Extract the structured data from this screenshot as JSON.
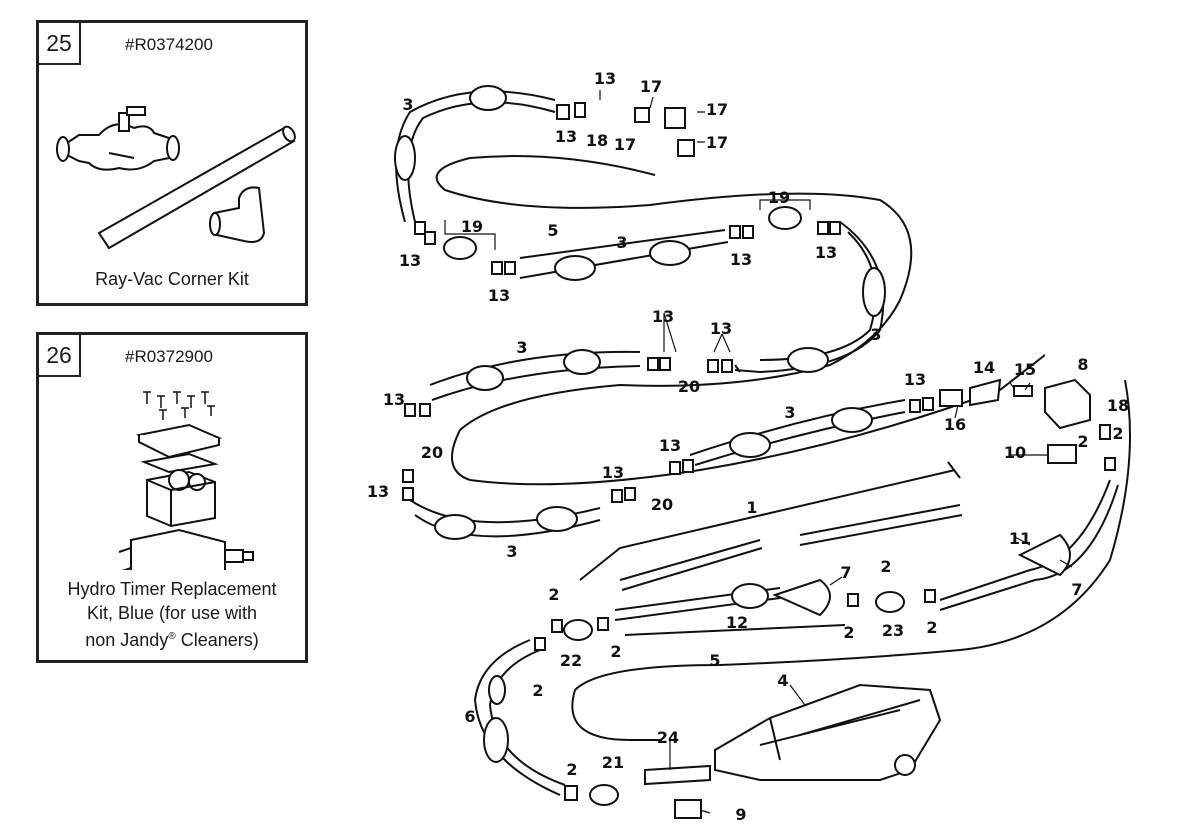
{
  "kits": [
    {
      "number": "25",
      "part": "#R0374200",
      "caption": [
        "Ray-Vac Corner Kit"
      ]
    },
    {
      "number": "26",
      "part": "#R0372900",
      "caption": [
        "Hydro Timer Replacement",
        "Kit, Blue (for use with",
        "non Jandy",
        "Cleaners)"
      ],
      "reg": "®"
    }
  ],
  "callouts": [
    "1",
    "2",
    "3",
    "4",
    "5",
    "6",
    "7",
    "8",
    "9",
    "10",
    "11",
    "12",
    "13",
    "14",
    "15",
    "16",
    "17",
    "18",
    "19",
    "20",
    "21",
    "22",
    "23",
    "24"
  ]
}
